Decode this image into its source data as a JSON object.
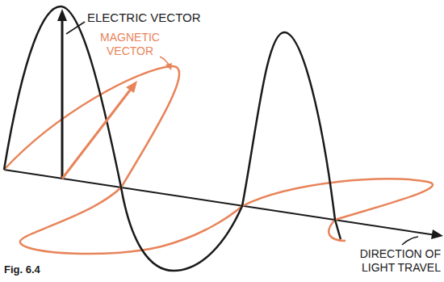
{
  "diagram": {
    "labels": [
      "ELECTRIC VECTOR",
      "MAGNETIC VECTOR",
      "DIRECTION OF LIGHT TRAVEL",
      "Fig. 6.4"
    ]
  }
}
